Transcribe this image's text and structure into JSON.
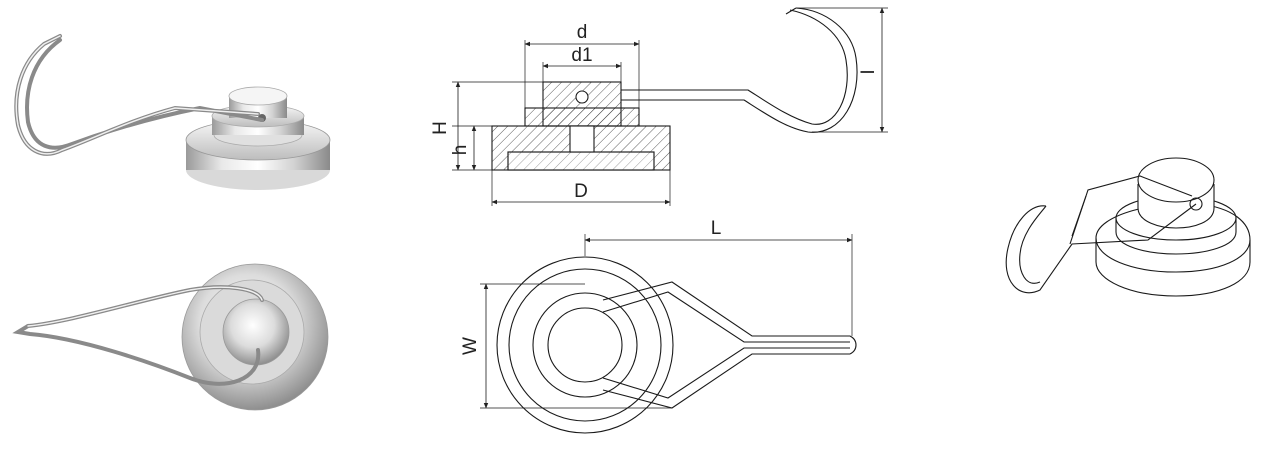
{
  "colors": {
    "line": "#1a1a1a",
    "metal_light": "#f2f2f2",
    "metal_mid": "#cfcfcf",
    "metal_dark": "#8c8c8c",
    "background": "#ffffff"
  },
  "side_view": {
    "labels": {
      "d": "d",
      "d1": "d1",
      "H": "H",
      "h": "h",
      "D": "D",
      "hook_height": "I"
    }
  },
  "top_view": {
    "labels": {
      "L": "L",
      "W": "W"
    }
  }
}
